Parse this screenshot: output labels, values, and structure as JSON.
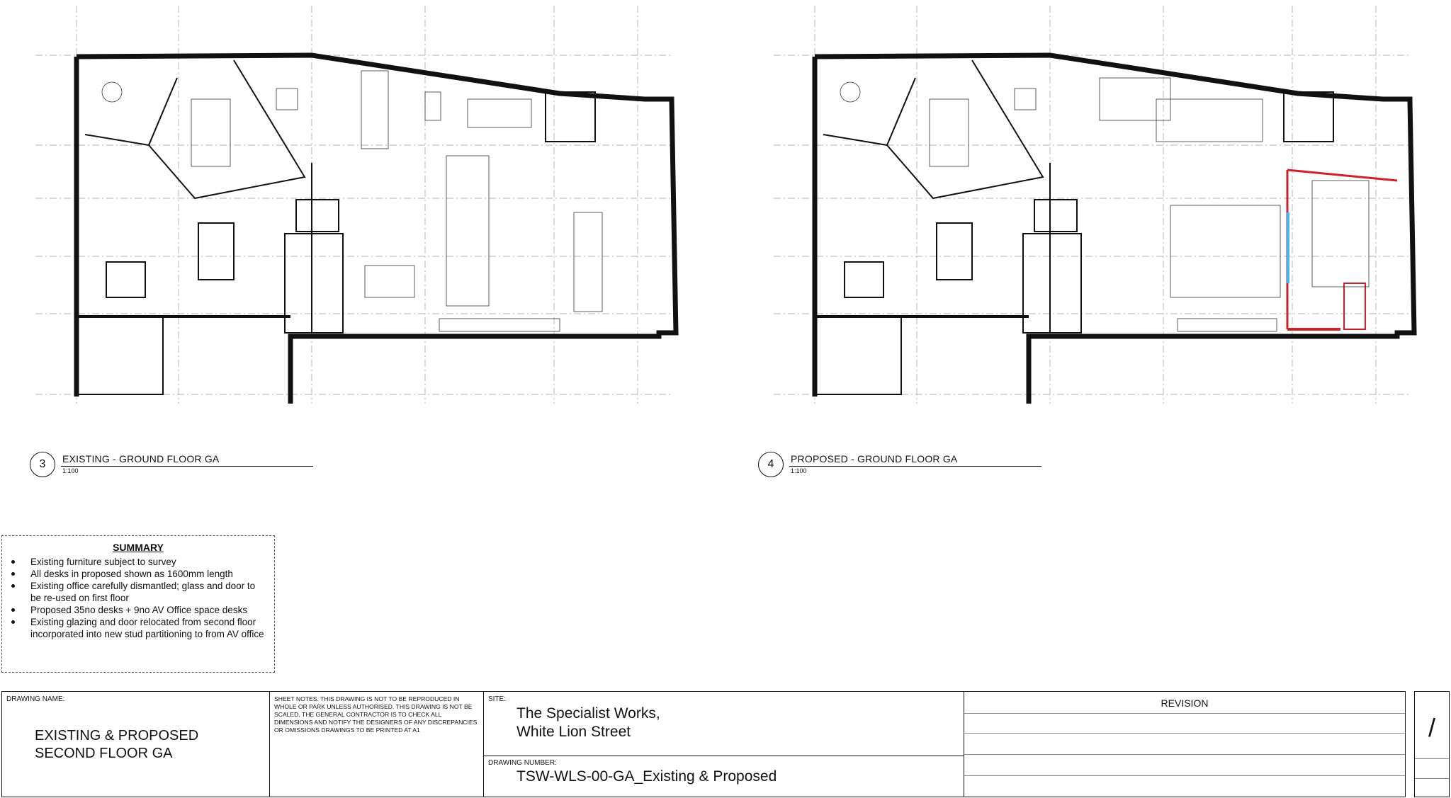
{
  "views": [
    {
      "number": "3",
      "title": "EXISTING - GROUND FLOOR GA",
      "scale": "1:100"
    },
    {
      "number": "4",
      "title": "PROPOSED - GROUND FLOOR GA",
      "scale": "1:100"
    }
  ],
  "summary": {
    "heading": "SUMMARY",
    "items": [
      "Existing furniture subject to survey",
      "All desks in proposed shown as 1600mm length",
      "Existing office carefully dismantled; glass and door to be re-used on first floor",
      "Proposed 35no desks + 9no AV Office space desks",
      "Existing glazing and door relocated from second floor incorporated into new stud partitioning to from AV office"
    ]
  },
  "title_block": {
    "drawing_name_label": "DRAWING NAME:",
    "drawing_name_line1": "EXISTING & PROPOSED",
    "drawing_name_line2": "SECOND FLOOR GA",
    "sheet_notes": "SHEET NOTES. THIS DRAWING IS NOT TO BE REPRODUCED IN WHOLE OR PARK UNLESS AUTHORISED. THIS DRAWING IS NOT BE SCALED. THE GENERAL CONTRACTOR IS TO CHECK ALL DIMENSIONS AND NOTIFY THE DESIGNERS OF ANY DISCREPANCIES OR OMISSIONS DRAWINGS TO BE PRINTED AT A1",
    "site_label": "SITE:",
    "site_line1": "The Specialist Works,",
    "site_line2": "White Lion Street",
    "drawing_number_label": "DRAWING NUMBER:",
    "drawing_number": "TSW-WLS-00-GA_Existing & Proposed",
    "revision_label": "REVISION",
    "sheet_mark": "/"
  },
  "colors": {
    "line": "#111111",
    "grid": "#9a9a9a",
    "new_work": "#d0202a",
    "glazing": "#49b6e8"
  }
}
